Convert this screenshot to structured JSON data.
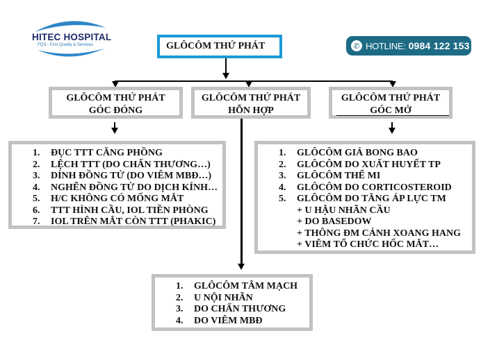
{
  "header": {
    "logo": {
      "name": "HITEC HOSPITAL",
      "tagline": "FQS - First Quality & Services"
    },
    "hotline": {
      "label": "HOTLINE:",
      "number": "0984 122 153",
      "icon": "phone-icon"
    }
  },
  "diagram": {
    "root": "GLÔCÔM THỨ PHÁT",
    "categories": [
      {
        "line1": "GLÔCÔM THỨ PHÁT",
        "line2": "GÓC ĐÓNG"
      },
      {
        "line1": "GLÔCÔM THỨ PHÁT",
        "line2": "HỖN HỢP"
      },
      {
        "line1": "GLÔCÔM THỨ PHÁT",
        "line2": "GÓC MỞ"
      }
    ],
    "closed_angle_causes": [
      {
        "num": "1.",
        "text": "ĐỤC TTT CĂNG PHỒNG"
      },
      {
        "num": "2.",
        "text": "LỆCH TTT (DO CHẤN THƯƠNG…)"
      },
      {
        "num": "3.",
        "text": "DÍNH ĐỒNG TỬ (DO VIÊM MBĐ…)"
      },
      {
        "num": "4.",
        "text": "NGHẼN ĐỒNG TỬ DO DỊCH KÍNH…"
      },
      {
        "num": "5.",
        "text": "H/C KHÔNG CÓ MỐNG MẮT"
      },
      {
        "num": "6.",
        "text": "TTT HÌNH CẦU, IOL TIỀN PHÒNG"
      },
      {
        "num": "7.",
        "text": "IOL TRÊN MẮT CÒN TTT (PHAKIC)"
      }
    ],
    "open_angle_causes": [
      {
        "num": "1.",
        "text": "GLÔCÔM GIẢ BONG BAO"
      },
      {
        "num": "2.",
        "text": "GLÔCÔM DO XUẤT HUYẾT TP"
      },
      {
        "num": "3.",
        "text": "GLÔCÔM THỂ MI"
      },
      {
        "num": "4.",
        "text": "GLÔCÔM DO CORTICOSTEROID"
      },
      {
        "num": "5.",
        "text": "GLÔCÔM DO TĂNG ÁP LỰC TM"
      }
    ],
    "open_angle_subcauses": [
      "+ U HẬU NHÃN CẦU",
      "+ DO BASEDOW",
      "+ THÔNG ĐM CẢNH XOANG HANG",
      "+ VIÊM TỔ CHỨC HỐC MẮT…"
    ],
    "mixed_causes": [
      {
        "num": "1.",
        "text": "GLÔCÔM TÂM MẠCH"
      },
      {
        "num": "2.",
        "text": "U NỘI NHÃN"
      },
      {
        "num": "3.",
        "text": "DO CHẤN THƯƠNG"
      },
      {
        "num": "4.",
        "text": "DO VIÊM MBĐ"
      }
    ]
  }
}
